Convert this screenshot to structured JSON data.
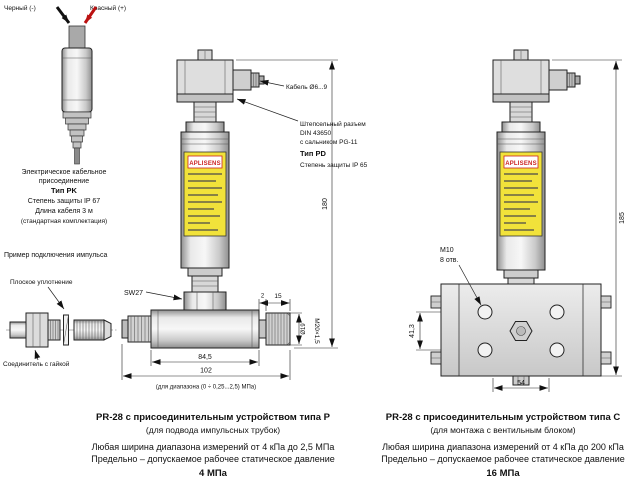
{
  "brand": "APLISENS",
  "cable_assembly": {
    "wire_black": "Черный (-)",
    "wire_red": "Красный (+)",
    "desc_line1": "Электрическое кабельное",
    "desc_line2": "присоединение",
    "type": "Тип PK",
    "protection": "Степень защиты IP 67",
    "cable_length": "Длина кабеля 3 м",
    "note": "(стандартная комплектация)"
  },
  "impulse_example": {
    "title": "Пример подключения импульса",
    "flat_seal_label": "Плоское уплотнение",
    "connector_label": "Соединитель с гайкой"
  },
  "device_p": {
    "cable_label": "Кабель Ø6...9",
    "plug_line1": "Штепсельный разъем",
    "plug_line2": "DIN 43650",
    "plug_line3": "с сальником PG-11",
    "plug_type": "Тип PD",
    "plug_protection": "Степень защиты IP 65",
    "dim_height": "180",
    "dim_wrench": "SW27",
    "dim_2": "2",
    "dim_15": "15",
    "dim_thread": "M20×1,5",
    "dim_diameter": "Ø19",
    "dim_body_length": "84,5",
    "dim_total_length": "102",
    "range_note": "(для диапазона (0 ÷ 0,25...2,5) МПа)"
  },
  "device_c": {
    "dim_bolt": "M10",
    "dim_holes": "8 отв.",
    "dim_height": "185",
    "dim_hole_offset": "41,3",
    "dim_width": "54"
  },
  "caption_p": {
    "title": "PR-28 с присоединительным устройством типа P",
    "subtitle": "(для подвода импульсных трубок)",
    "range_line": "Любая ширина диапазона измерений от 4 кПа до 2,5 МПа",
    "pressure_line": "Предельно – допускаемое рабочее статическое давление",
    "pressure_value": "4 МПа"
  },
  "caption_c": {
    "title": "PR-28 с присоединительным устройством типа C",
    "subtitle": "(для монтажа с вентильным блоком)",
    "range_line": "Любая ширина диапазона измерений от 4 кПа до 200 кПа",
    "pressure_line": "Предельно – допускаемое рабочее статическое давление",
    "pressure_value": "16 МПа"
  }
}
